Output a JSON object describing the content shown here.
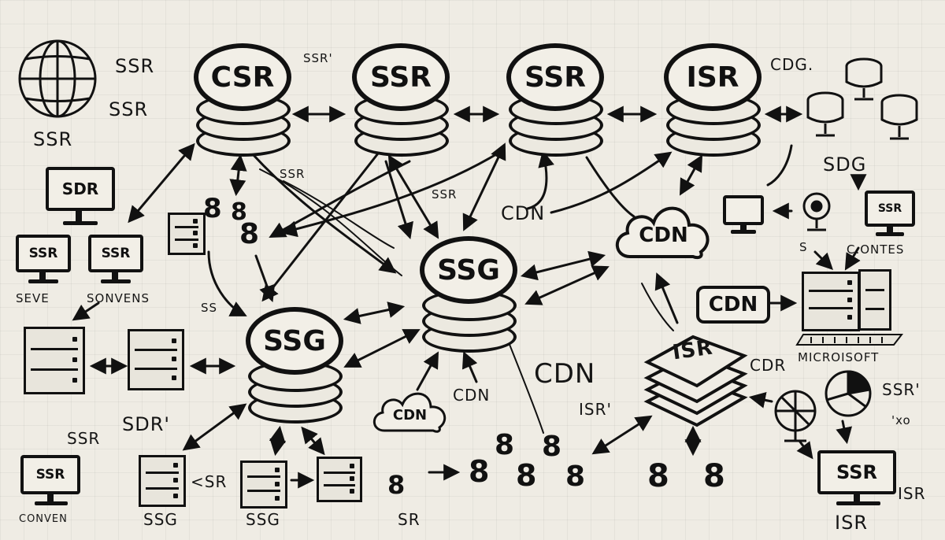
{
  "nodes": {
    "db_csr": "CSR",
    "db_ssr_1": "SSR",
    "db_ssr_2": "SSR",
    "db_isr": "ISR",
    "db_ssg_center": "SSG",
    "db_ssg_left": "SSG",
    "cloud_cdn_right": "CDN",
    "cloud_cdn_bottom": "CDN",
    "box_cdn": "CDN",
    "isr_stack": "ISR",
    "mon_sdr": "SDR",
    "mon_ssr_a": "SSR",
    "mon_ssr_b": "SSR",
    "mon_ssr_c": "SSR",
    "mon_ssr_right": "SSR",
    "mon_ssr_bottom_right": "SSR"
  },
  "labels": {
    "ssr_top_left_1": "SSR",
    "ssr_top_left_2": "SSR",
    "ssr_globe": "SSR",
    "ssr_small_top": "SSR'",
    "cdg": "CDG.",
    "sdg": "SDG",
    "ssr_mid_1": "SSR",
    "ssr_mid_2": "SSR",
    "cdn_mid": "CDN",
    "seve": "SEVE",
    "sonvens": "SONVENS",
    "ss_left": "SS",
    "s_right": "S",
    "contes": "C.ONTES",
    "cdr": "CDR",
    "microisoft": "MICROISOFT",
    "cdn_big": "CDN",
    "isr_small": "ISR'",
    "cdn_small": "CDN",
    "ssr_left_bottom": "SSR",
    "sdr_left_bottom": "SDR'",
    "conven": "CONVEN",
    "ssg_bottom_1": "SSG",
    "ssg_bottom_2": "SSG",
    "lsr": "<SR",
    "sr": "SR",
    "ssr_right_pie": "SSR'",
    "isr_right_1": "ISR",
    "isr_right_2": "ISR",
    "xo": "'xo"
  },
  "eights": {
    "e1": "8",
    "e2": "8",
    "e3": "8",
    "e4": "8",
    "e5": "8",
    "e6": "8",
    "e7": "8",
    "e8": "8",
    "e9": "8",
    "e10": "8",
    "e11": "8"
  },
  "icons": [
    "globe-icon",
    "database-icon",
    "cloud-icon",
    "monitor-icon",
    "server-icon",
    "pie-chart-icon",
    "webcam-icon",
    "keyboard-icon"
  ]
}
